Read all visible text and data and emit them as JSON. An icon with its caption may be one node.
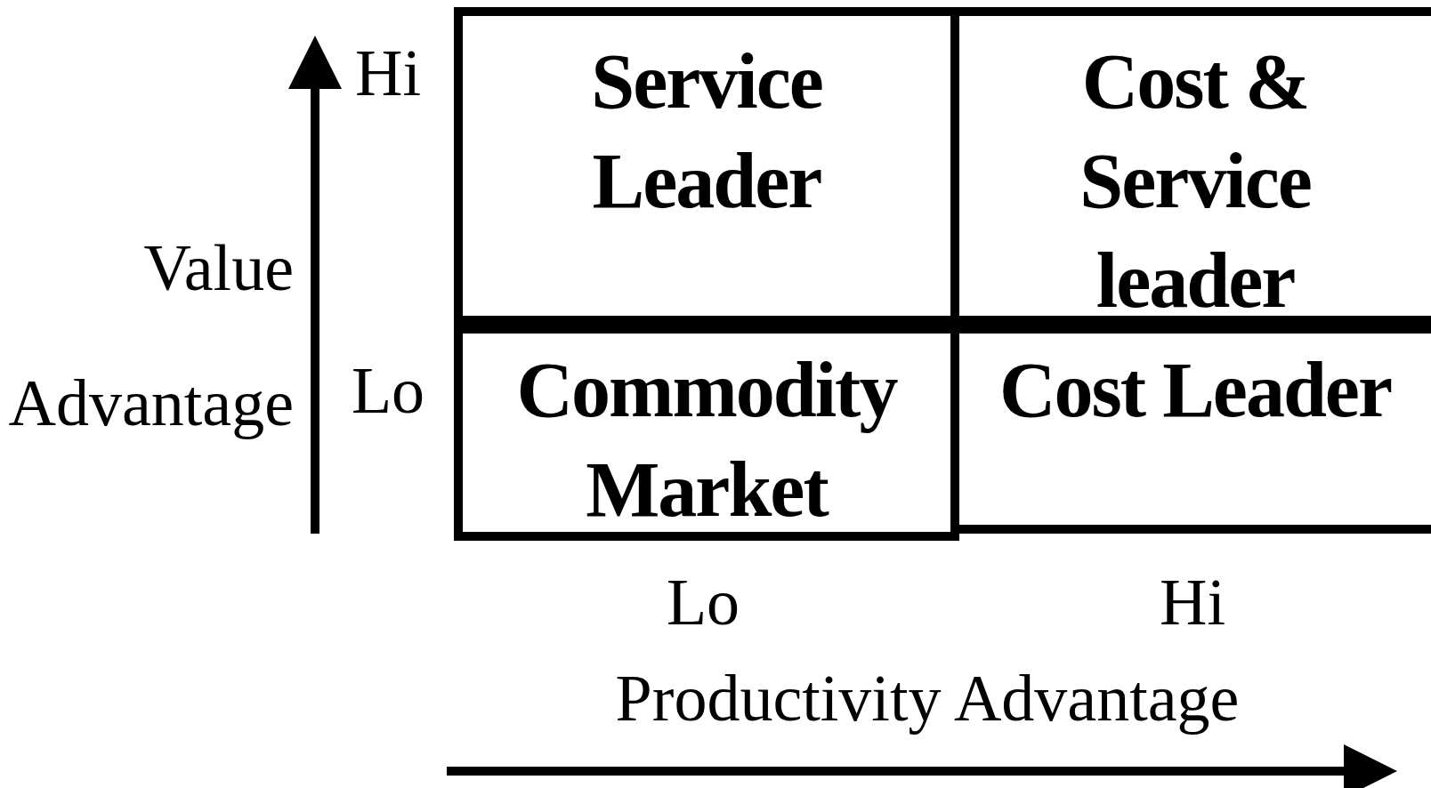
{
  "diagram": {
    "nodes": [
      {
        "text": [
          "Service Leader"
        ]
      },
      {
        "text": [
          "Cost & Service leader"
        ]
      },
      {
        "text": [
          "Commodity Market"
        ]
      },
      {
        "text": [
          "Cost Leader"
        ]
      }
    ],
    "labels": [
      "Hi",
      "Value Advantage",
      "Lo",
      "Lo",
      "Hi",
      "Productivity Advantage"
    ]
  }
}
